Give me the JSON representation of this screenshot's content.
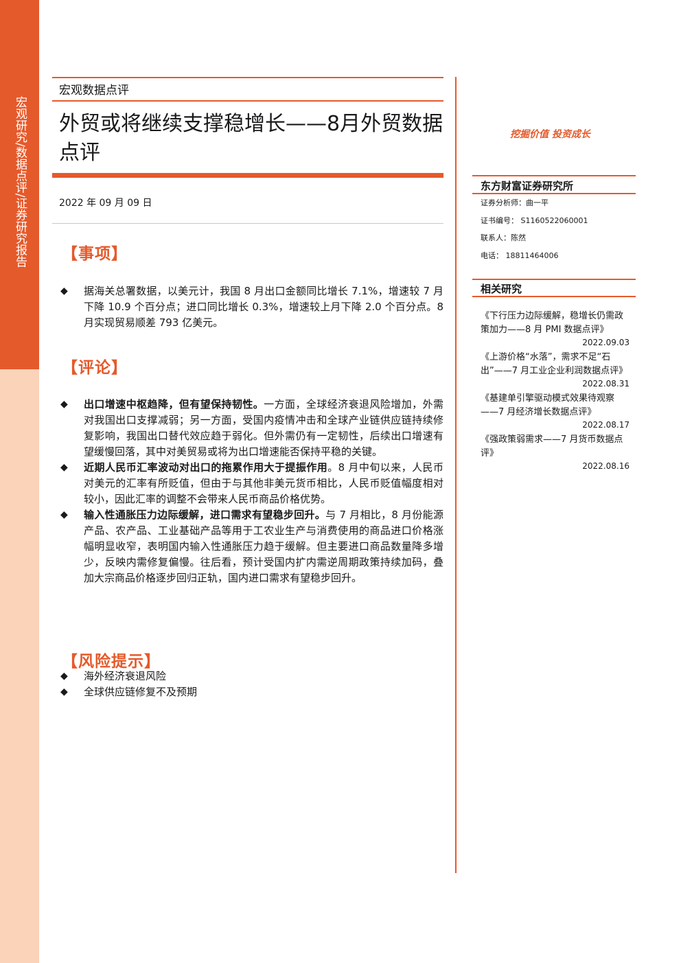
{
  "sidebar": {
    "text": "宏观研究/数据点评/证券研究报告"
  },
  "header": {
    "section_tag": "宏观数据点评",
    "title": "外贸或将继续支撑稳增长——8月外贸数据点评",
    "date": "2022 年 09 月 09 日"
  },
  "sections": {
    "matter": {
      "heading": "【事项】",
      "bullets": [
        "据海关总署数据，以美元计，我国 8 月出口金额同比增长 7.1%，增速较 7 月下降 10.9 个百分点；进口同比增长 0.3%，增速较上月下降 2.0 个百分点。8 月实现贸易顺差 793 亿美元。"
      ]
    },
    "comment": {
      "heading": "【评论】",
      "bullets": [
        {
          "bold": "出口增速中枢趋降，但有望保持韧性。",
          "text": "一方面，全球经济衰退风险增加，外需对我国出口支撑减弱；另一方面，受国内疫情冲击和全球产业链供应链持续修复影响，我国出口替代效应趋于弱化。但外需仍有一定韧性，后续出口增速有望缓慢回落，其中对美贸易或将为出口增速能否保持平稳的关键。"
        },
        {
          "bold": "近期人民币汇率波动对出口的拖累作用大于提振作用",
          "text": "。8 月中旬以来，人民币对美元的汇率有所贬值，但由于与其他非美元货币相比，人民币贬值幅度相对较小，因此汇率的调整不会带来人民币商品价格优势。"
        },
        {
          "bold": "输入性通胀压力边际缓解，进口需求有望稳步回升。",
          "text": "与 7 月相比，8 月份能源产品、农产品、工业基础产品等用于工农业生产与消费使用的商品进口价格涨幅明显收窄，表明国内输入性通胀压力趋于缓解。但主要进口商品数量降多增少，反映内需修复偏慢。往后看，预计受国内扩内需逆周期政策持续加码，叠加大宗商品价格逐步回归正轨，国内进口需求有望稳步回升。"
        }
      ]
    },
    "risk": {
      "heading": "【风险提示】",
      "bullets": [
        "海外经济衰退风险",
        "全球供应链修复不及预期"
      ]
    }
  },
  "right": {
    "slogan": "挖掘价值 投资成长",
    "firm": "东方财富证券研究所",
    "analyst": "证券分析师：曲一平",
    "cert": "证书编号：  S1160522060001",
    "contact": "联系人：陈然",
    "phone": "电话：  18811464006",
    "related_title": "相关研究",
    "related": [
      {
        "title": "《下行压力边际缓解，稳增长仍需政策加力——8 月 PMI 数据点评》",
        "date": "2022.09.03"
      },
      {
        "title": "《上游价格“水落”，需求不足“石出”——7 月工业企业利润数据点评》",
        "date": "2022.08.31"
      },
      {
        "title": "《基建单引擎驱动模式效果待观察——7 月经济增长数据点评》",
        "date": "2022.08.17"
      },
      {
        "title": "《强政策弱需求——7 月货币数据点评》",
        "date": "2022.08.16"
      }
    ]
  }
}
